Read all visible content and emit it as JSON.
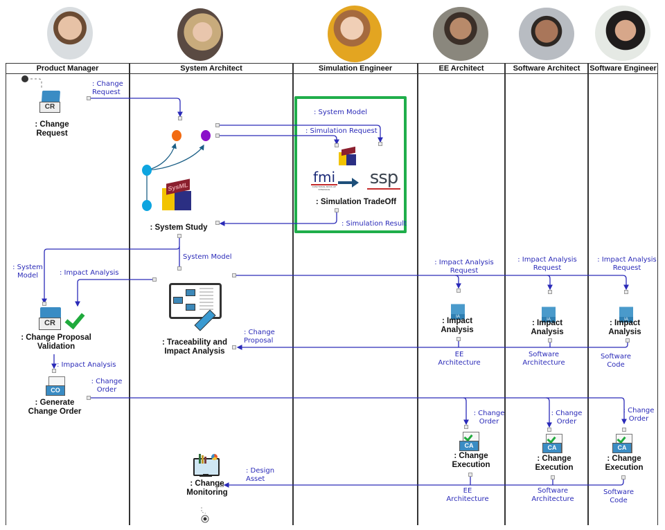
{
  "lanes": [
    {
      "name": "Product Manager",
      "avatar": "person-avatar"
    },
    {
      "name": "System Architect",
      "avatar": "person-avatar"
    },
    {
      "name": "Simulation Engineer",
      "avatar": "person-avatar"
    },
    {
      "name": "EE Architect",
      "avatar": "person-avatar"
    },
    {
      "name": "Software Architect",
      "avatar": "person-avatar"
    },
    {
      "name": "Software Engineer",
      "avatar": "person-avatar"
    }
  ],
  "colors": {
    "flow": "#2a2ab8",
    "highlight": "#1fae4b",
    "lane_border": "#333333"
  },
  "nodes": {
    "change_request": ": Change Request",
    "system_study": ": System Study",
    "simulation_tradeoff": ": Simulation TradeOff",
    "change_proposal_validation": ": Change Proposal Validation",
    "traceability": ": Traceability and Impact Analysis",
    "generate_change_order": ": Generate Change Order",
    "impact_analysis": ": Impact Analysis",
    "change_execution": ": Change Execution",
    "change_monitoring": ": Change Monitoring"
  },
  "labels": {
    "change_request": ": Change Request",
    "system_model": ": System Model",
    "simulation_request": ": Simulation Request",
    "simulation_result": ": Simulation Result",
    "system_model_plain": "System Model",
    "system_model_pm": ": System Model",
    "impact_analysis": ": Impact Analysis",
    "impact_analysis_request": ": Impact Analysis Request",
    "change_proposal": ": Change Proposal",
    "impact_analysis_2": ": Impact Analysis",
    "change_order": ": Change Order",
    "ee_architecture": "EE Architecture",
    "software_architecture": "Software Architecture",
    "software_code": "Software Code",
    "design_asset": ": Design Asset"
  },
  "logos": {
    "fmi": "fmi",
    "fmi_sub": "FUNCTIONAL MOCK-UP INTERFACE",
    "ssp": "ssp",
    "sysml": "SysML"
  },
  "icon_text": {
    "cr": "CR",
    "co": "CO",
    "ca": "CA",
    "ia": "IA"
  }
}
